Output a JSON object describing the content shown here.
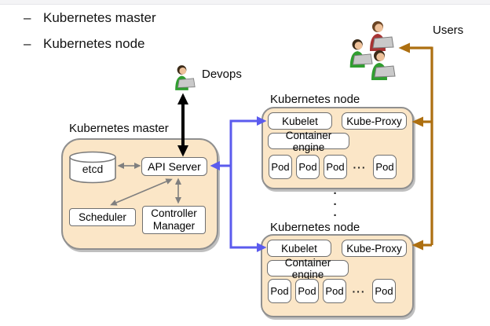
{
  "colors": {
    "accent_blue": "#5b5bee",
    "accent_brown": "#ad6f10",
    "arrow_grey": "#7f7f7f",
    "group_fill": "#fbe6c7",
    "group_border": "#8f8f8f",
    "shirt_green": "#2f9e2f",
    "shirt_red": "#a83434"
  },
  "bullet_list": {
    "marker": "–",
    "items": [
      "Kubernetes master",
      "Kubernetes node"
    ]
  },
  "actors": {
    "devops_label": "Devops",
    "users_label": "Users"
  },
  "master": {
    "title": "Kubernetes master",
    "etcd": "etcd",
    "api_server": "API Server",
    "scheduler": "Scheduler",
    "controller_manager": "Controller Manager"
  },
  "node1": {
    "title": "Kubernetes node",
    "kubelet": "Kubelet",
    "kube_proxy": "Kube-Proxy",
    "container_engine": "Container engine",
    "pods": [
      "Pod",
      "Pod",
      "Pod",
      "Pod"
    ],
    "pod_dots": "···"
  },
  "node_separator": "·\n·\n·",
  "node2": {
    "title": "Kubernetes node",
    "kubelet": "Kubelet",
    "kube_proxy": "Kube-Proxy",
    "container_engine": "Container engine",
    "pods": [
      "Pod",
      "Pod",
      "Pod",
      "Pod"
    ],
    "pod_dots": "···"
  }
}
